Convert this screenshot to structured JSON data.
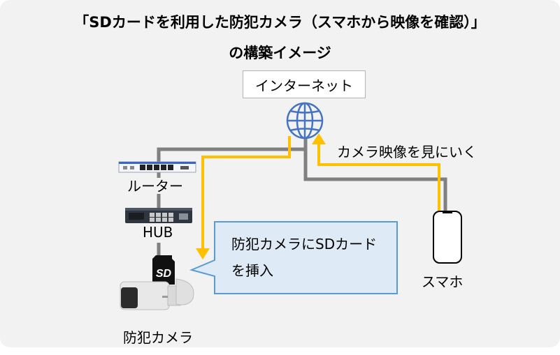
{
  "title": {
    "line1": "「SDカードを利用した防犯カメラ（スマホから映像を確認）」",
    "line2": "の構築イメージ"
  },
  "nodes": {
    "internet": "インターネット",
    "router": "ルーター",
    "hub": "HUB",
    "camera": "防犯カメラ",
    "phone": "スマホ"
  },
  "annotations": {
    "view_video": "カメラ映像を見にいく",
    "callout_line1": "防犯カメラにSDカード",
    "callout_line2": "を挿入",
    "sd_card_text": "SD"
  },
  "colors": {
    "panel": "#f2f2f2",
    "cable": "#808080",
    "arrow": "#ffc000",
    "globe": "#4472c4",
    "callout_fill": "#deebf7",
    "callout_border": "#5b9bd5"
  }
}
